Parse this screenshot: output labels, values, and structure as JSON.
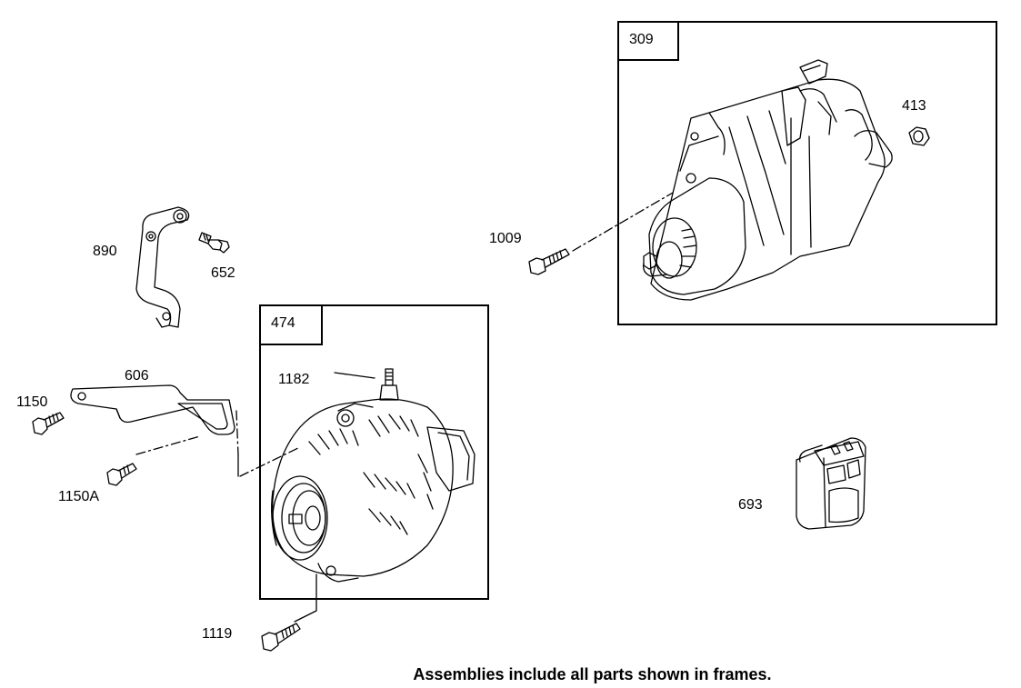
{
  "frames": [
    {
      "id": "starter",
      "number": "309"
    },
    {
      "id": "alternator",
      "number": "474"
    }
  ],
  "part_labels": {
    "p890": "890",
    "p652": "652",
    "p606": "606",
    "p1150": "1150",
    "p1150a": "1150A",
    "p1182": "1182",
    "p1119": "1119",
    "p1009": "1009",
    "p413": "413",
    "p693": "693"
  },
  "footnote": "Assemblies include all parts shown in frames.",
  "colors": {
    "line": "#000000",
    "background": "#ffffff"
  }
}
